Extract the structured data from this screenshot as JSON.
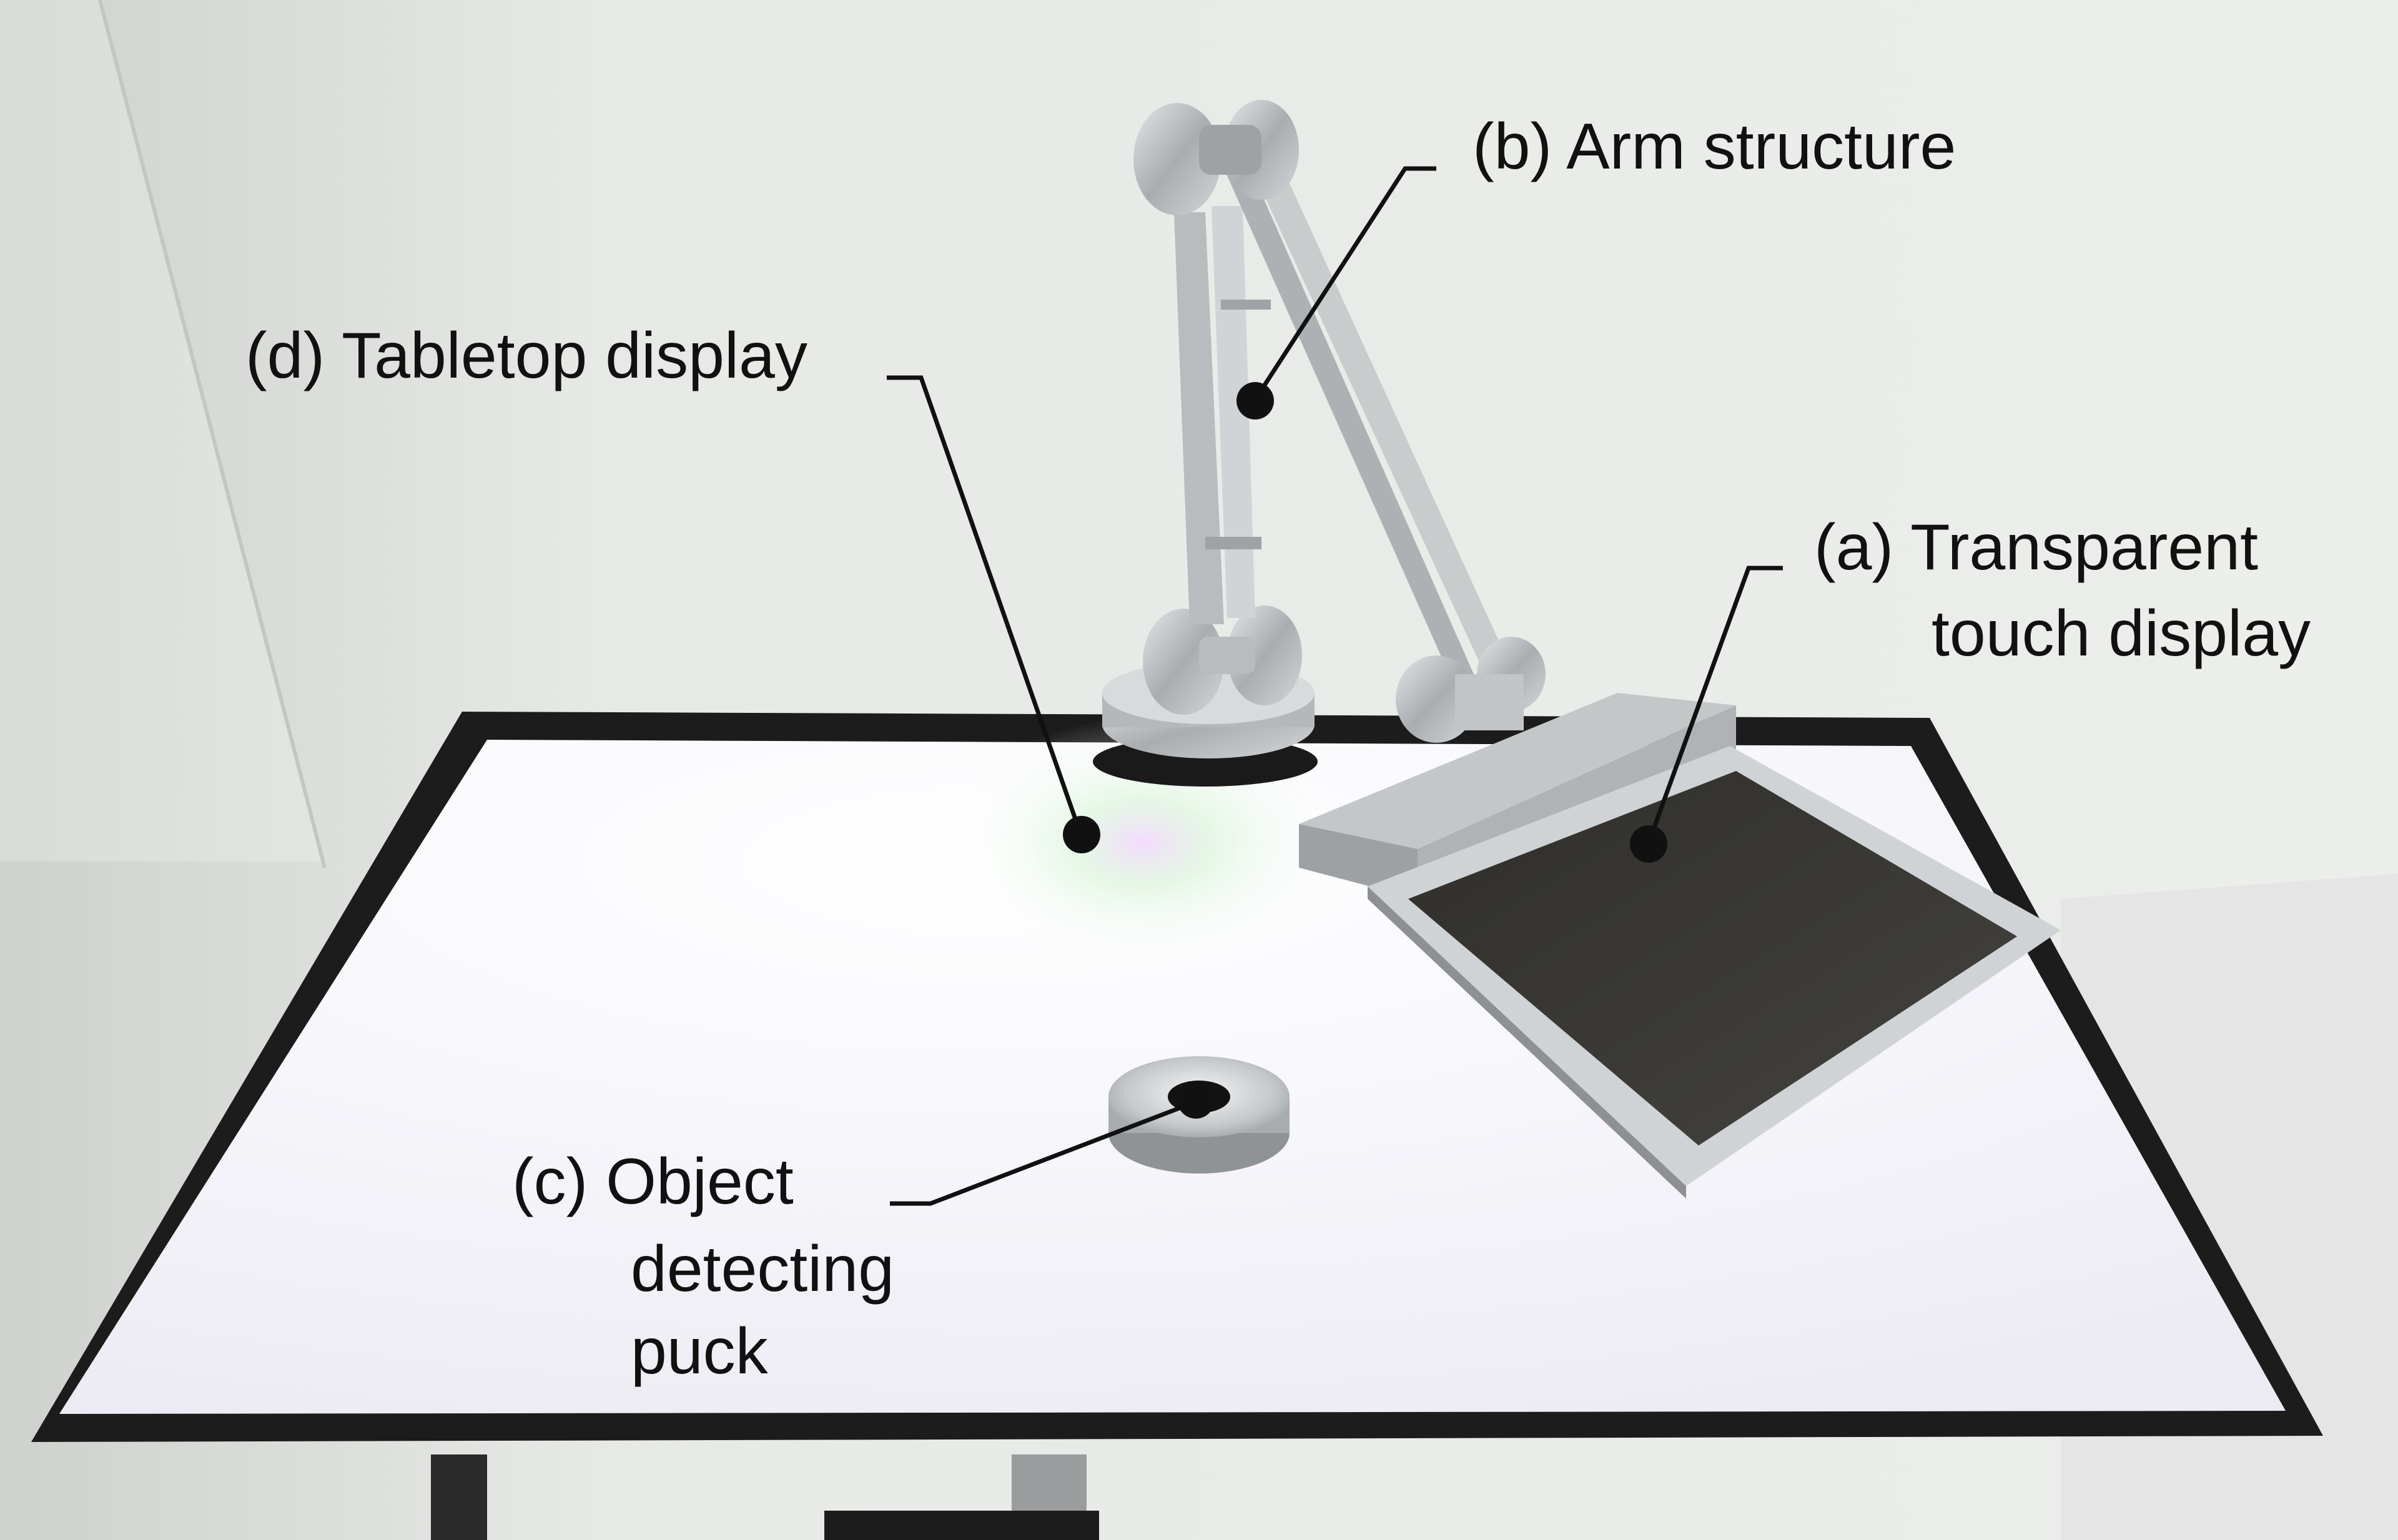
{
  "annotations": {
    "a_line1": "(a) Transparent",
    "a_line2": "touch display",
    "b": "(b) Arm structure",
    "c_line1": "(c) Object",
    "c_line2": "detecting",
    "c_line3": "puck",
    "d": "(d) Tabletop display"
  },
  "colors": {
    "wall": "#e6e8e5",
    "table_frame": "#1c1c1c",
    "tabletop_screen": "#f4f3f8",
    "touch_panel": "#3a3935",
    "aluminum": "#c8cbcc",
    "annotation": "#111111"
  }
}
